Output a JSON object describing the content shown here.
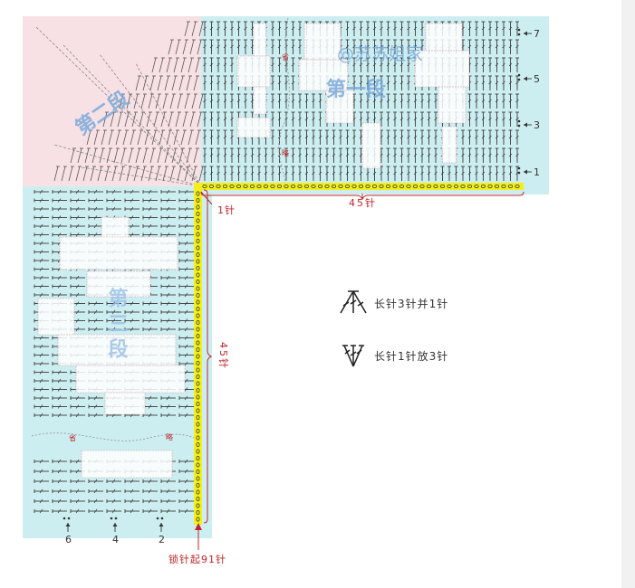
{
  "watermark": "@苏苏姐家",
  "sections": {
    "upper_left_title": "第二段",
    "top_right_title": "第一段",
    "left_title": "第三段"
  },
  "row_labels_top": [
    "7",
    "5",
    "3",
    "1"
  ],
  "column_labels_bottom": [
    "6",
    "4",
    "2"
  ],
  "stitch_counts": {
    "horizontal": "45针",
    "vertical": "45针",
    "one_stitch": "1针",
    "chain_start": "锁针起91针"
  },
  "annotations": {
    "omit_top": "省",
    "omit_bottom": "略",
    "omit_left_a": "省",
    "omit_left_b": "略"
  },
  "legend": [
    {
      "icon": "dc3tog-symbol",
      "text": "长针3针并1针"
    },
    {
      "icon": "dc-increase-3-symbol",
      "text": "长针1针放3针"
    }
  ],
  "colors": {
    "pink_panel": "#f7e1e4",
    "cyan_panel": "#cdeef1",
    "highlight": "#f3ef1a",
    "accent_red": "#c1252a",
    "watermark_blue": "#7aa9da"
  }
}
